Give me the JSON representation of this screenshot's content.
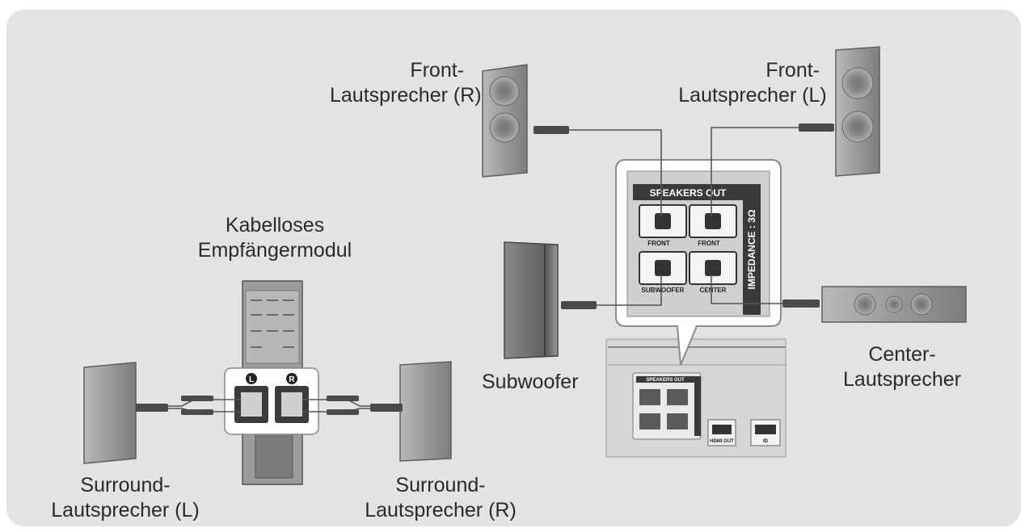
{
  "labels": {
    "front_right": [
      "Front-",
      "Lautsprecher (R)"
    ],
    "front_left": [
      "Front-",
      "Lautsprecher (L)"
    ],
    "wireless_module": [
      "Kabelloses",
      "Empfängermodul"
    ],
    "subwoofer": [
      "Subwoofer"
    ],
    "center": [
      "Center-",
      "Lautsprecher"
    ],
    "surround_left": [
      "Surround-",
      "Lautsprecher (L)"
    ],
    "surround_right": [
      "Surround-",
      "Lautsprecher (R)"
    ]
  },
  "panel": {
    "title": "SPEAKERS OUT",
    "impedance": "IMPEDANCE : 3Ω",
    "jacks": [
      "FRONT",
      "FRONT",
      "SUBWOOFER",
      "CENTER"
    ],
    "module_jacks": [
      "L",
      "R"
    ]
  },
  "rear_panel": {
    "title": "SPEAKERS OUT",
    "port1": "HDMI OUT",
    "port2": "ID"
  },
  "colors": {
    "background": "#e3e3e3",
    "speaker": "#8e8e8e",
    "panel_dark": "#3a3a3a",
    "callout": "#ffffff"
  }
}
